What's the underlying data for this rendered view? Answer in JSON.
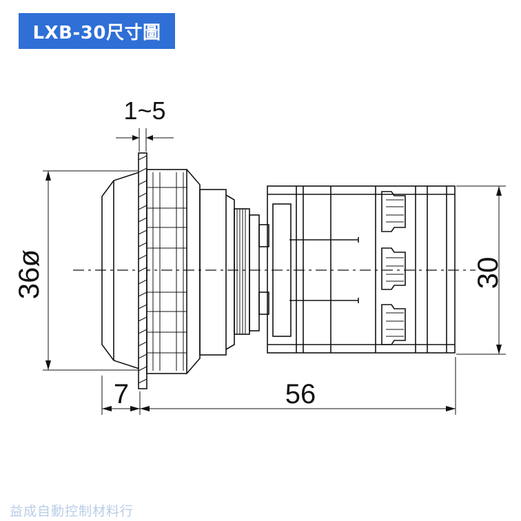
{
  "title": "LXB-30尺寸圖",
  "dimensions": {
    "panel_thickness": "1~5",
    "diameter": "36ø",
    "height": "30",
    "front_depth": "7",
    "total_length": "56"
  },
  "watermark": "益成自動控制材料行",
  "colors": {
    "title_bg": "#2f6fd6",
    "title_text": "#ffffff",
    "line": "#111111",
    "watermark": "#b8cde6"
  }
}
